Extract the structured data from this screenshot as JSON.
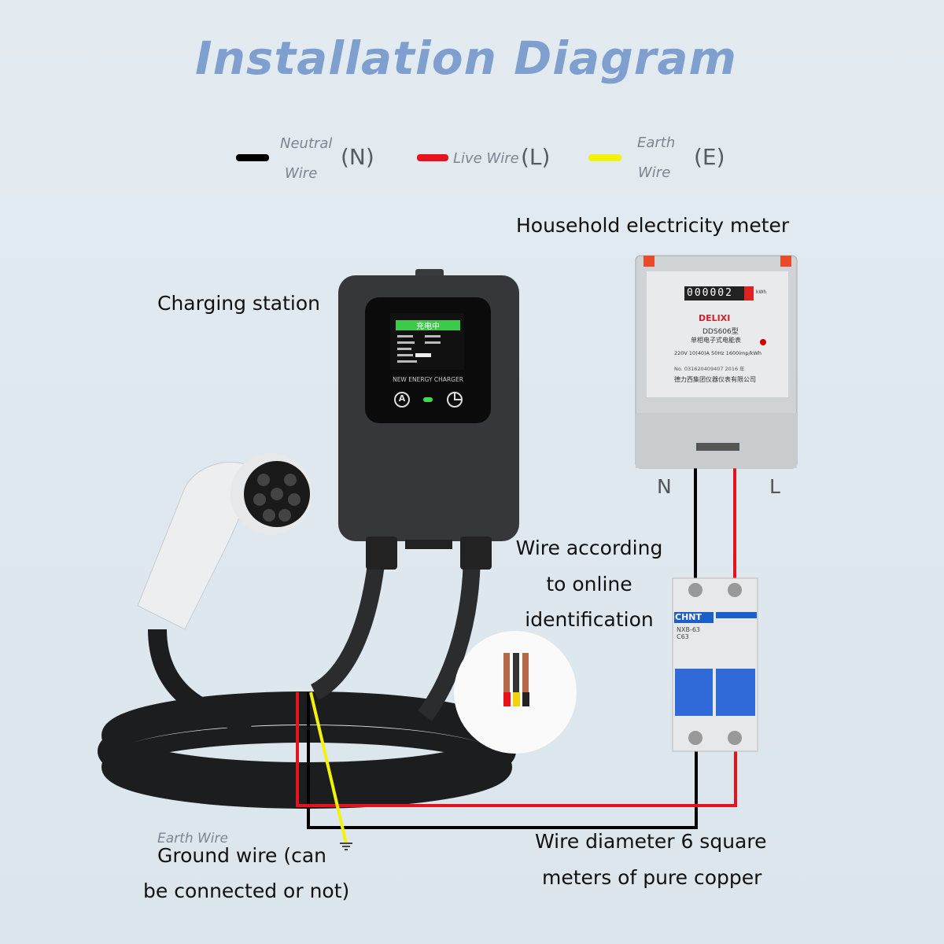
{
  "title": "Installation Diagram",
  "legend": [
    {
      "name_line1": "Neutral",
      "name_line2": "Wire",
      "code": "(N)",
      "color": "#000000"
    },
    {
      "name_line1": "Live Wire",
      "name_line2": "",
      "code": "(L)",
      "color": "#e8121c"
    },
    {
      "name_line1": "Earth",
      "name_line2": "Wire",
      "code": "(E)",
      "color": "#f2f20a"
    }
  ],
  "labels": {
    "meter": "Household electricity meter",
    "station": "Charging station",
    "n": "N",
    "l": "L",
    "wire_online_1": "Wire according",
    "wire_online_2": "to online",
    "wire_online_3": "identification",
    "earth_small": "Earth Wire",
    "ground_1": "Ground wire (can",
    "ground_2": "be connected or not)",
    "diameter_1": "Wire diameter 6 square",
    "diameter_2": "meters of pure copper"
  },
  "charger": {
    "screen_status": "充电中",
    "brand_text": "NEW ENERGY CHARGER",
    "button_left": "A",
    "led_color": "#3ddc4a"
  },
  "meter": {
    "reading": "000002",
    "unit": "kWh",
    "brand": "DELIXI",
    "model": "DDS606型",
    "desc": "单相电子式电能表",
    "spec": "220V 10(40)A 50Hz 1600imp/kWh",
    "serial": "No. 031620409407 2016 年",
    "maker": "德力西集团仪器仪表有限公司"
  },
  "breaker": {
    "brand": "CHNT",
    "model": "NXB-63",
    "rating": "C63"
  },
  "colors": {
    "title": "#7f9fcf",
    "background": "#dfe8ef",
    "neutral": "#000000",
    "live": "#e8121c",
    "earth": "#f2f20a"
  }
}
